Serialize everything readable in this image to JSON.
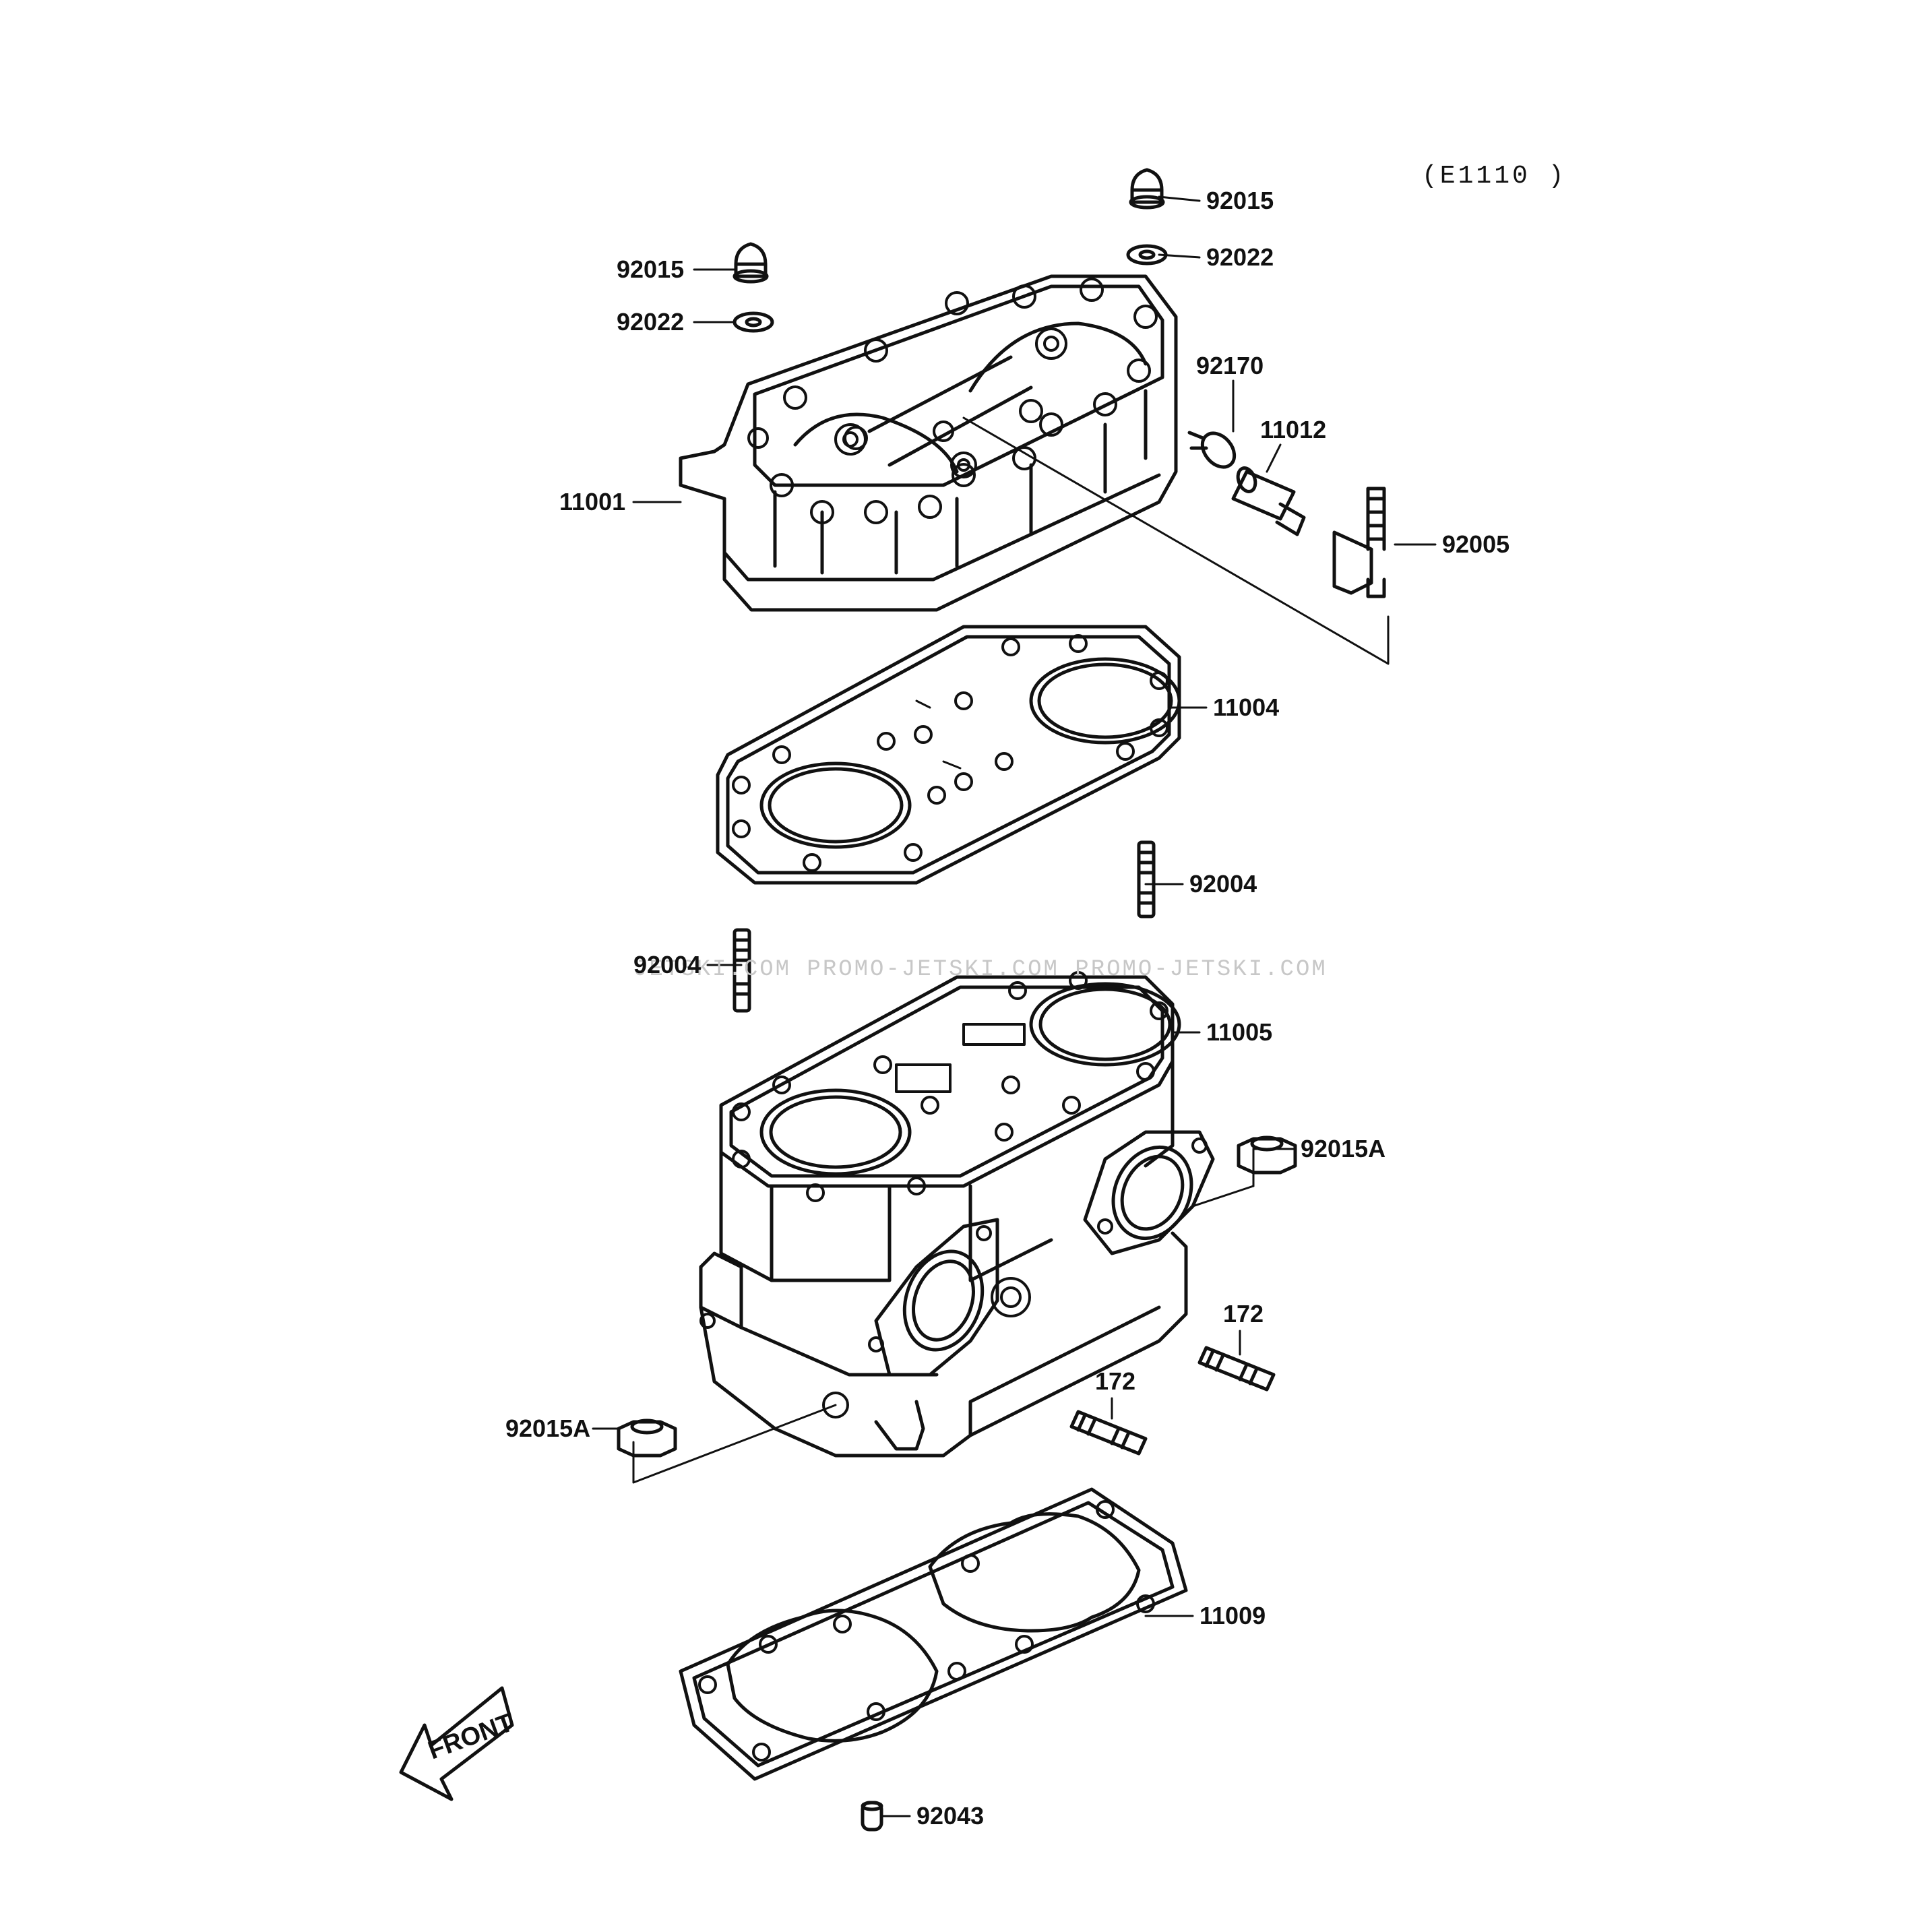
{
  "diagram_code": "(E1110 )",
  "watermark": "JETSKI.COM  PROMO-JETSKI.COM  PROMO-JETSKI.COM",
  "front_label": "FRONT",
  "callouts": {
    "acorn_nut_right": "92015",
    "washer_right": "92022",
    "acorn_nut_left": "92015",
    "washer_left": "92022",
    "clamp": "92170",
    "hose_fitting": "11012",
    "head": "11001",
    "elbow_fitting": "92005",
    "head_gasket": "11004",
    "stud_right": "92004",
    "stud_left": "92004",
    "cylinder": "11005",
    "nut_right": "92015A",
    "stud_172_right": "172",
    "stud_172_left": "172",
    "nut_left": "92015A",
    "base_gasket": "11009",
    "dowel_pin": "92043"
  },
  "colors": {
    "ink": "#111111",
    "watermark": "#c7c7c7"
  }
}
